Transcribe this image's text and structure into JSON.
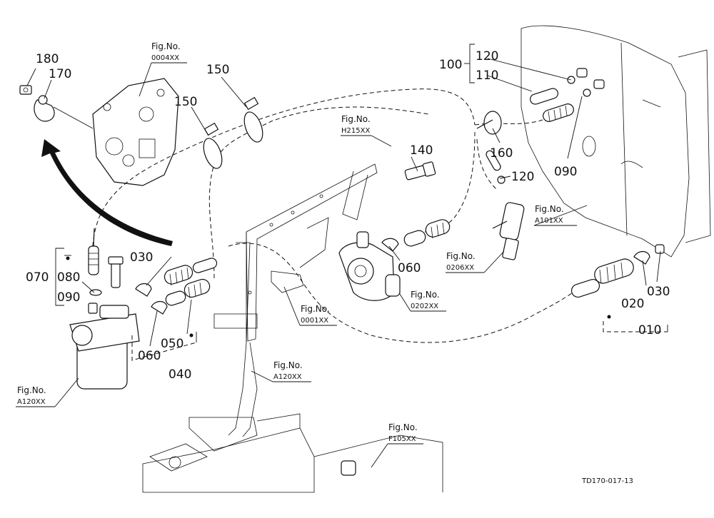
{
  "part_labels": {
    "p180": "180",
    "p170": "170",
    "p150a": "150",
    "p150b": "150",
    "p100": "100",
    "p120a": "120",
    "p110": "110",
    "p140": "140",
    "p160": "160",
    "p090a": "090",
    "p120b": "120",
    "p070": "070",
    "p080": "080",
    "p090b": "090",
    "p030a": "030",
    "p060a": "060",
    "p050": "050",
    "p040": "040",
    "p060b": "060",
    "p020": "020",
    "p030b": "030",
    "p010": "010"
  },
  "figure_refs": {
    "f0004": {
      "title": "Fig.No.",
      "code": "0004XX"
    },
    "fH215": {
      "title": "Fig.No.",
      "code": "H215XX"
    },
    "fA101": {
      "title": "Fig.No.",
      "code": "A101XX"
    },
    "f0206": {
      "title": "Fig.No.",
      "code": "0206XX"
    },
    "f0202": {
      "title": "Fig.No.",
      "code": "0202XX"
    },
    "f0001": {
      "title": "Fig.No.",
      "code": "0001XX"
    },
    "fA120a": {
      "title": "Fig.No.",
      "code": "A120XX"
    },
    "fA120b": {
      "title": "Fig.No.",
      "code": "A120XX"
    },
    "fF105": {
      "title": "Fig.No.",
      "code": "F105XX"
    }
  },
  "drawing_id": "TD170-017-13"
}
